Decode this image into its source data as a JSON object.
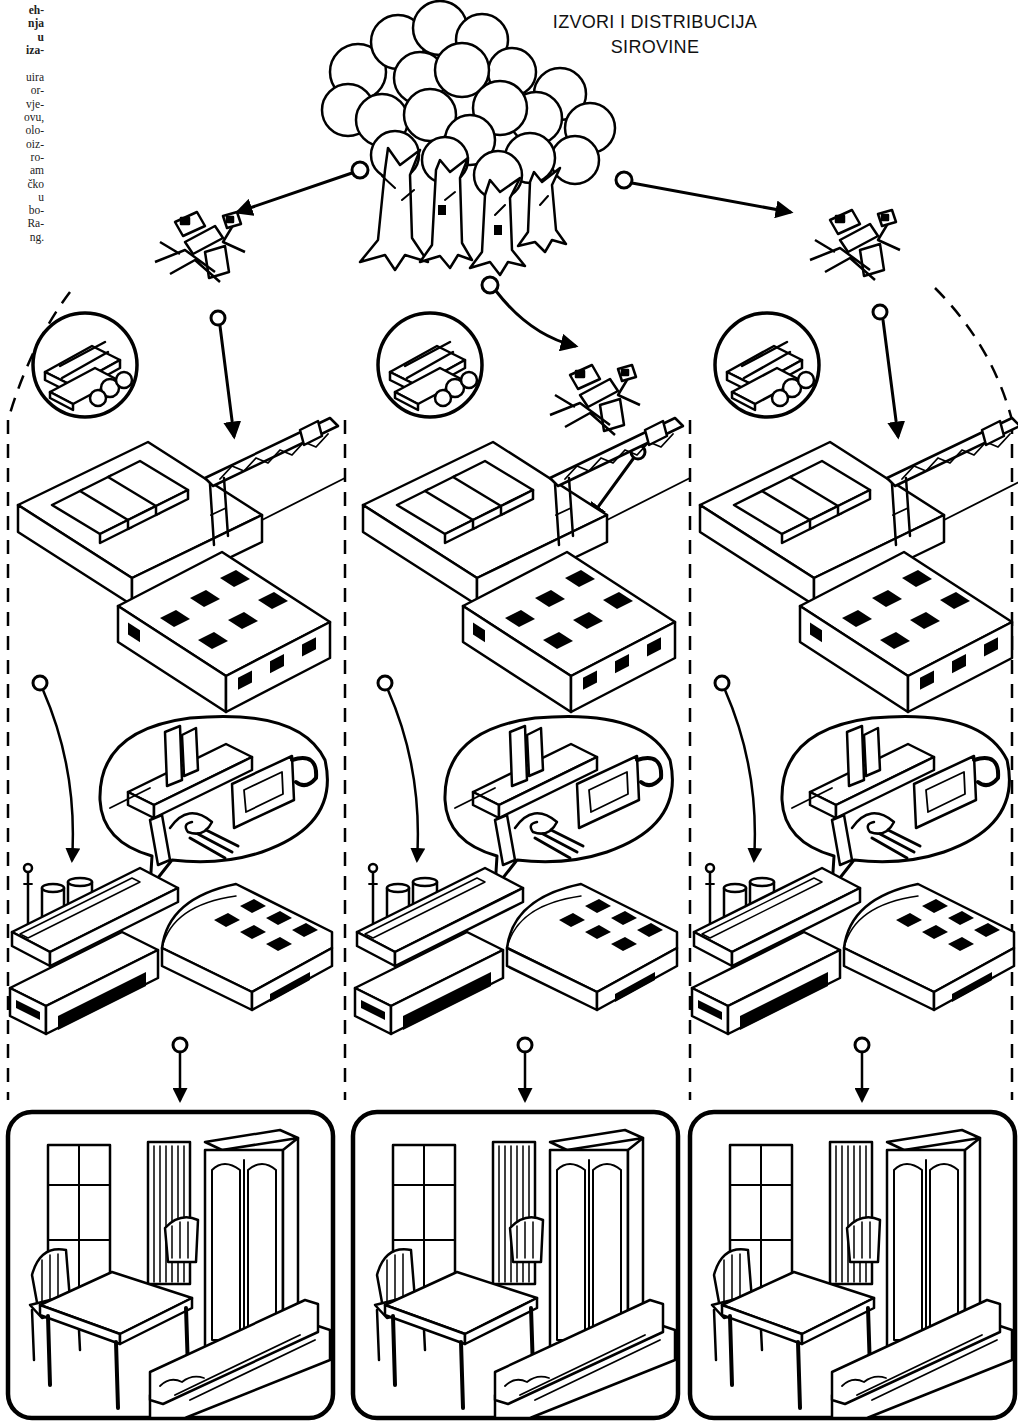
{
  "diagram": {
    "title": "IZVORI I DISTRIBUCIJA SIROVINE",
    "labels": [
      "eh-",
      "nja",
      "u",
      "iza-",
      "uira",
      "or-",
      "vje-",
      "ovu,",
      "olo-",
      "oiz-",
      "ro-",
      "am",
      "čko",
      "u",
      "bo-",
      "Ra-",
      "ng."
    ]
  }
}
